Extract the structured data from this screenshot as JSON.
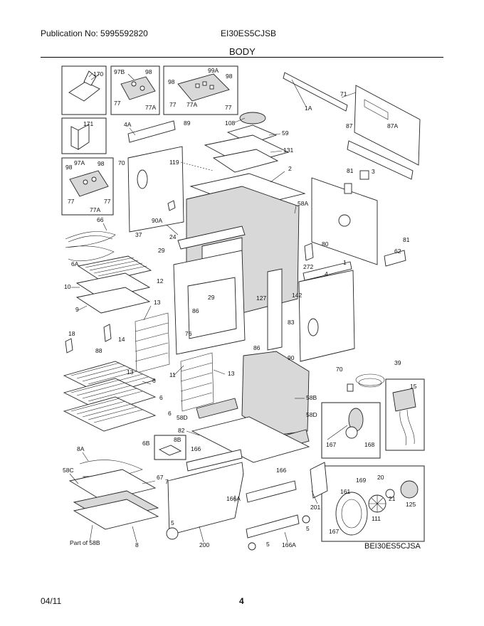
{
  "header": {
    "publication": "Publication No: 5995592820",
    "model": "EI30ES5CJSB",
    "section": "BODY"
  },
  "footer": {
    "date": "04/11",
    "page": "4"
  },
  "diagram": {
    "code": "BEI30ES5CJSA",
    "labels": {
      "l170": "170",
      "l97B": "97B",
      "l98a": "98",
      "l77a": "77",
      "l77Aa": "77A",
      "l98b": "98",
      "l99A": "99A",
      "l98c": "98",
      "l77b": "77",
      "l77Ab": "77A",
      "l77c": "77",
      "l171": "171",
      "l97A": "97A",
      "l98d": "98",
      "l98e": "98",
      "l77d": "77",
      "l77Ac": "77A",
      "l77e": "77",
      "l1A": "1A",
      "l71": "71",
      "l87": "87",
      "l87A": "87A",
      "l4A": "4A",
      "l89": "89",
      "l108": "108",
      "l59": "59",
      "l131": "131",
      "l119": "119",
      "l70a": "70",
      "l2": "2",
      "l81a": "81",
      "l3": "3",
      "l58A": "58A",
      "l66": "66",
      "l90A": "90A",
      "l24": "24",
      "l80": "80",
      "l81b": "81",
      "l37": "37",
      "l62": "62",
      "l29a": "29",
      "l6A": "6A",
      "l272": "272",
      "l1": "1",
      "l12": "12",
      "l4": "4",
      "l10": "10",
      "l142": "142",
      "l127": "127",
      "l29b": "29",
      "l9": "9",
      "l13a": "13",
      "l86a": "86",
      "l76": "76",
      "l83": "83",
      "l18": "18",
      "l14": "14",
      "l88": "88",
      "l86b": "86",
      "l90": "90",
      "l13b": "13",
      "l70b": "70",
      "l39": "39",
      "l11": "11",
      "l13c": "13",
      "l6a": "6",
      "l15": "15",
      "l6b": "6",
      "l6c": "6",
      "l58B": "58B",
      "l58D": "58D",
      "l58Db": "58D",
      "l82": "82",
      "l8B": "8B",
      "l6B": "6B",
      "l167a": "167",
      "l168": "168",
      "l166a": "166",
      "l8A": "8A",
      "l166b": "166",
      "l58C": "58C",
      "l67": "67",
      "l7": "7",
      "l166A": "166A",
      "l20": "20",
      "l169": "169",
      "l161": "161",
      "l21": "21",
      "l125": "125",
      "l201": "201",
      "l5a": "5",
      "l111": "111",
      "l5b": "5",
      "l5c": "5",
      "l167b": "167",
      "lPart58B": "Part of 58B",
      "l8": "8",
      "l200": "200",
      "l166Ab": "166A"
    }
  }
}
